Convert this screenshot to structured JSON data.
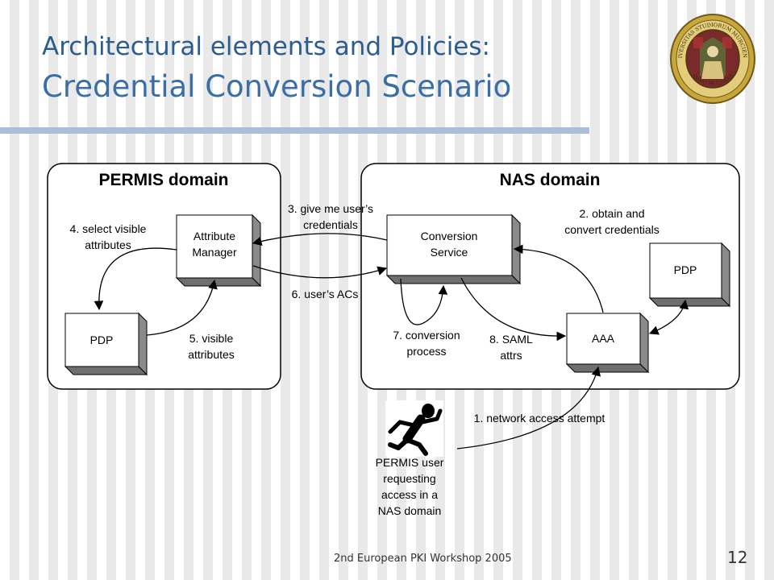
{
  "slide": {
    "title_line1": "Architectural elements and Policies:",
    "title_line2": "Credential Conversion Scenario",
    "footer": "2nd European PKI Workshop 2005",
    "page_number": "12"
  },
  "seal": {
    "legend_top": "UNIVERSITAS STUDIORUM MURCIENSIS",
    "legend_bottom": "ANNO MCCLXXII"
  },
  "diagram": {
    "domains": {
      "permis": "PERMIS domain",
      "nas": "NAS domain"
    },
    "nodes": {
      "attribute_manager": [
        "Attribute",
        "Manager"
      ],
      "pdp_permis": "PDP",
      "conversion_service": [
        "Conversion",
        "Service"
      ],
      "aaa": "AAA",
      "pdp_nas": "PDP"
    },
    "steps": {
      "s1": "1. network access attempt",
      "s2": [
        "2. obtain and",
        "convert credentials"
      ],
      "s3": [
        "3. give me user’s",
        "credentials"
      ],
      "s4": [
        "4. select visible",
        "attributes"
      ],
      "s5": [
        "5. visible",
        "attributes"
      ],
      "s6": "6. user’s ACs",
      "s7": [
        "7. conversion",
        "process"
      ],
      "s8": [
        "8. SAML",
        "attrs"
      ]
    },
    "user_caption": [
      "PERMIS user",
      "requesting",
      "access in a",
      "NAS domain"
    ]
  },
  "colors": {
    "title": "#2c5d8f",
    "subtitle": "#3a6fa5",
    "rule": "#a9bfd8",
    "box_shadow": "#808080",
    "seal_gold": "#c9a63a"
  }
}
